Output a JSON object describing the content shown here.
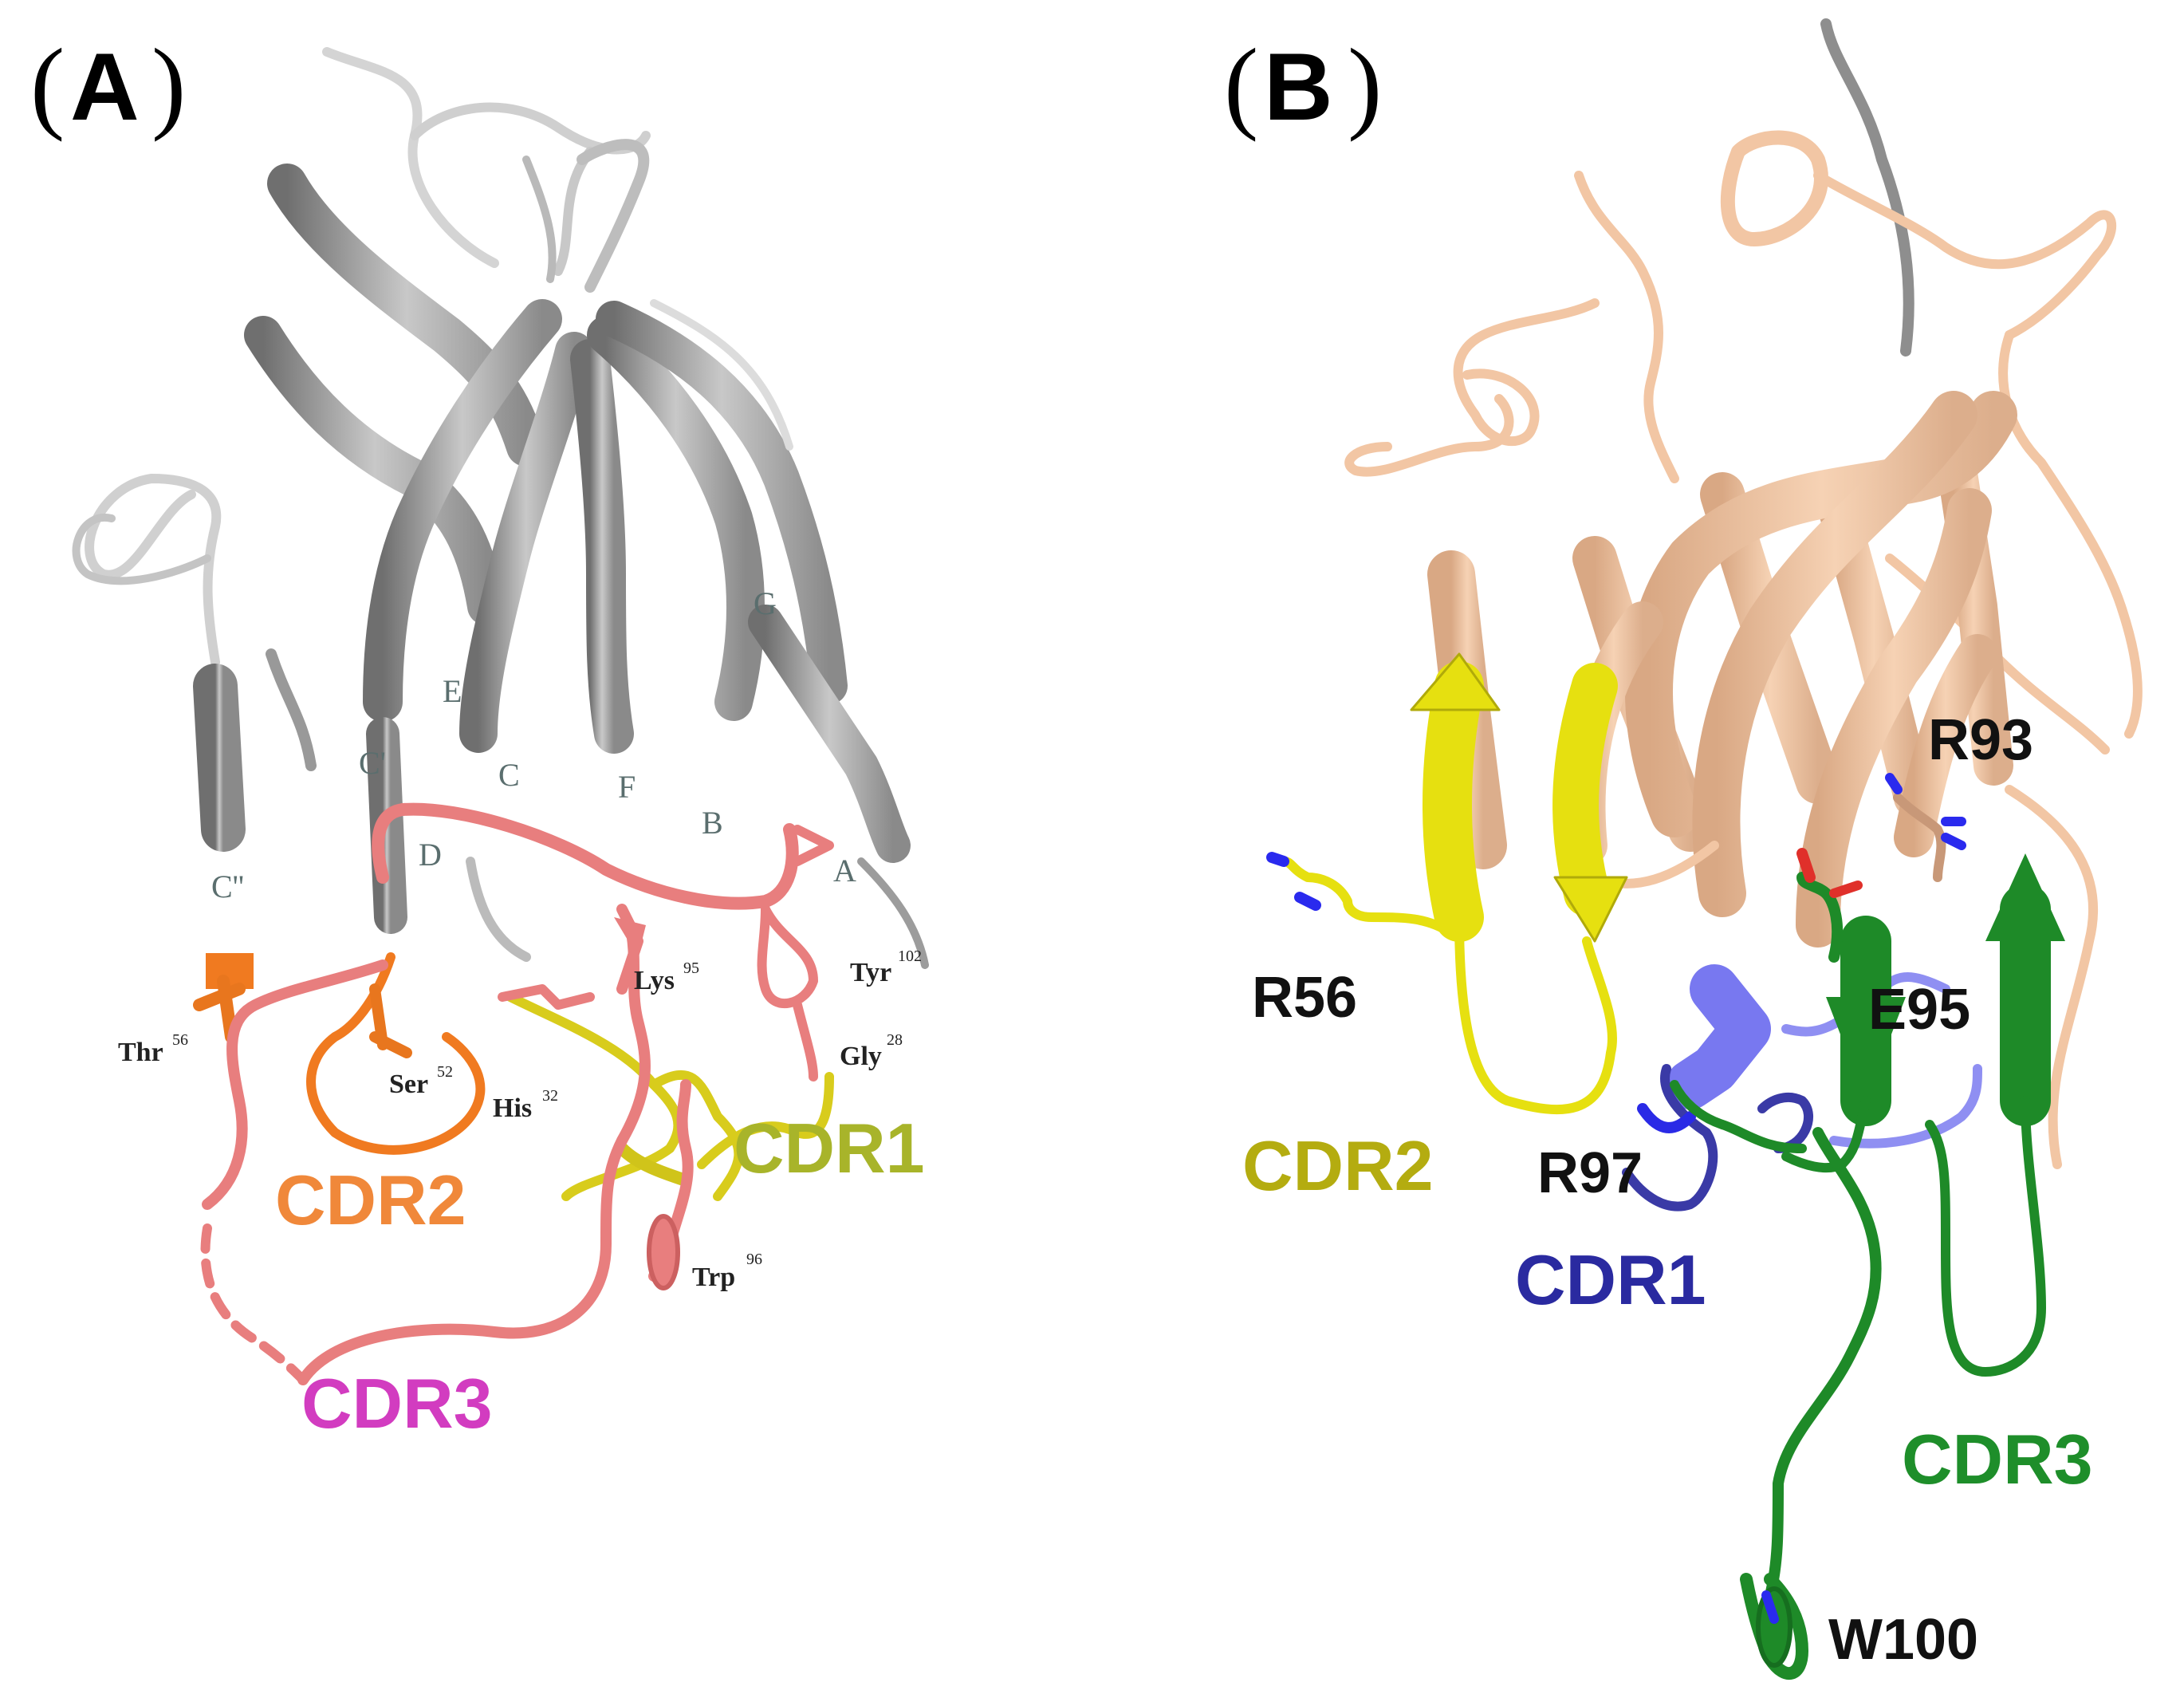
{
  "panels": [
    {
      "id": "A",
      "label_open": "(",
      "label_letter": "A",
      "label_close": ")",
      "strand_labels": [
        "C''",
        "C'",
        "D",
        "E",
        "C",
        "F",
        "B",
        "G",
        "A"
      ],
      "residues": [
        {
          "name": "Thr",
          "num": "56"
        },
        {
          "name": "Ser",
          "num": "52"
        },
        {
          "name": "His",
          "num": "32"
        },
        {
          "name": "Lys",
          "num": "95"
        },
        {
          "name": "Tyr",
          "num": "102"
        },
        {
          "name": "Gly",
          "num": "28"
        },
        {
          "name": "Trp",
          "num": "96"
        }
      ],
      "cdr_labels": [
        {
          "text": "CDR1",
          "color": "#a8b42a"
        },
        {
          "text": "CDR2",
          "color": "#f0883a"
        },
        {
          "text": "CDR3",
          "color": "#d23cc0"
        }
      ],
      "colors": {
        "framework": "#a9a9a9",
        "cdr1": "#d8cc1c",
        "cdr2": "#f07a20",
        "cdr3": "#e87e7e"
      }
    },
    {
      "id": "B",
      "label_open": "(",
      "label_letter": "B",
      "label_close": ")",
      "residues": [
        "R93",
        "R56",
        "E95",
        "R97",
        "W100"
      ],
      "cdr_labels": [
        {
          "text": "CDR2",
          "color": "#b4ac10"
        },
        {
          "text": "CDR1",
          "color": "#2a2aa0"
        },
        {
          "text": "CDR3",
          "color": "#1e8e2a"
        }
      ],
      "colors": {
        "framework": "#f2c6a4",
        "cdr1": "#7878f0",
        "cdr2": "#e6e010",
        "cdr3": "#1e8a28"
      }
    }
  ]
}
